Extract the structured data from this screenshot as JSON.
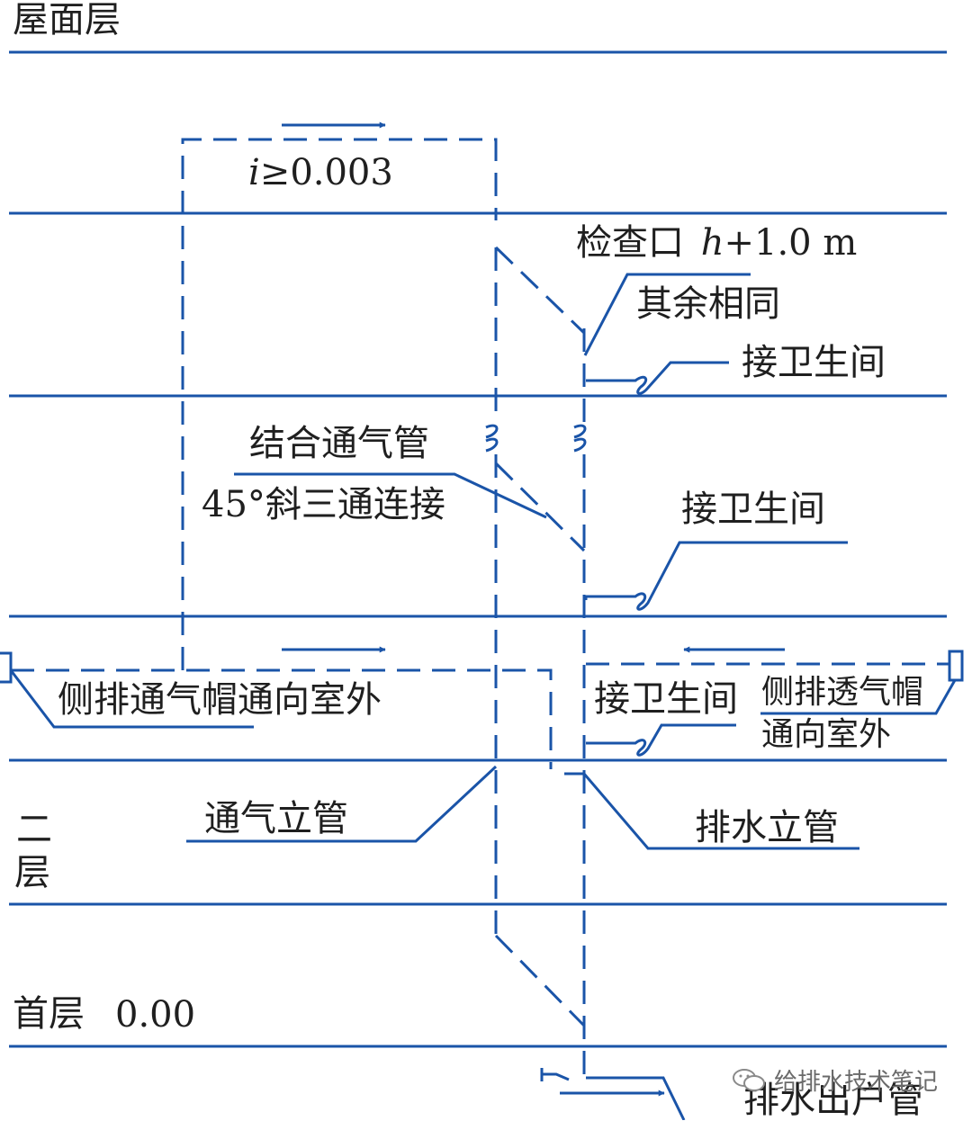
{
  "colors": {
    "pipe": "#1a54a8",
    "text": "#1f1f1f",
    "watermark": "#6a6a6a"
  },
  "floors": {
    "roof": "屋面层",
    "second_1": "二",
    "second_2": "层",
    "ground": "首层",
    "ground_elevation": "0.00"
  },
  "labels": {
    "slope_var": "i",
    "slope_rest": "≥0.003",
    "cleanout_text": "检查口",
    "cleanout_h": "h",
    "cleanout_rest": "+1.0 m",
    "rest_same": "其余相同",
    "to_bathroom_top": "接卫生间",
    "combined_vent_line1": "结合通气管",
    "combined_vent_line2": "45°斜三通连接",
    "to_bathroom_mid": "接卫生间",
    "side_vent_cap_left": "侧排通气帽通向室外",
    "to_bathroom_low": "接卫生间",
    "side_vent_cap_right_1": "侧排透气帽",
    "side_vent_cap_right_2": "通向室外",
    "vent_stack": "通气立管",
    "drain_stack": "排水立管",
    "building_drain": "排水出户管"
  },
  "watermark": {
    "icon": "wechat-icon",
    "text": "给排水技术笔记"
  }
}
